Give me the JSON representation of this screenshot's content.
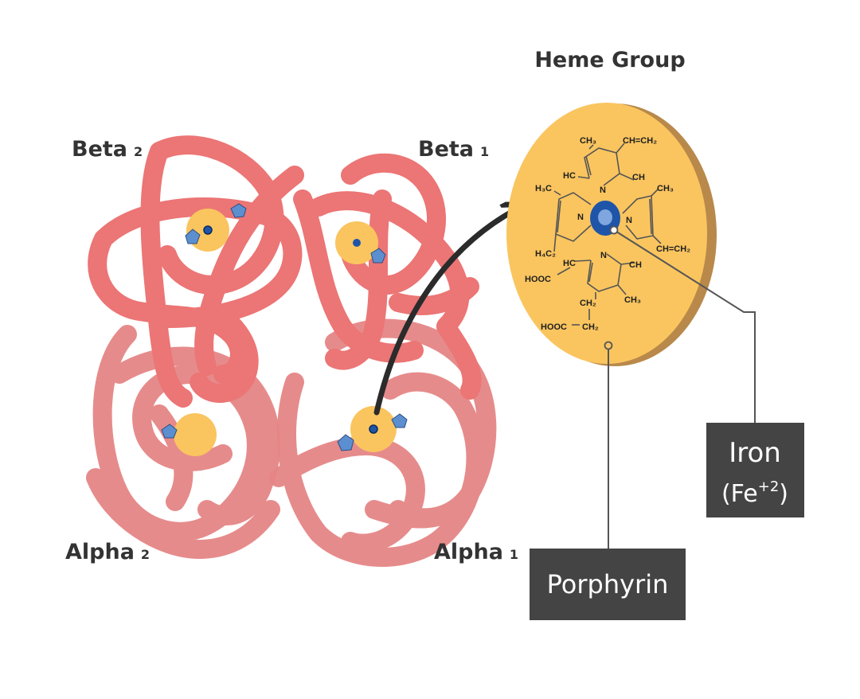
{
  "title": "Heme Group",
  "subunits": {
    "beta2": {
      "name": "Beta",
      "index": "2"
    },
    "beta1": {
      "name": "Beta",
      "index": "1"
    },
    "alpha2": {
      "name": "Alpha",
      "index": "2"
    },
    "alpha1": {
      "name": "Alpha",
      "index": "1"
    }
  },
  "heme_structure": {
    "ch3_top": "CH₃",
    "vinyl_top": "CH=CH₂",
    "hc_upper": "HC",
    "ch_upper": "CH",
    "h3c_left": "H₃C",
    "ch3_right": "CH₃",
    "n_top": "N",
    "n_left": "N",
    "n_right": "N",
    "n_bottom": "N",
    "vinyl_right": "CH=CH₂",
    "h4c2_left": "H₄C₂",
    "hc_lower": "HC",
    "ch_lower": "CH",
    "hooc_left": "HOOC",
    "ch2_lower": "CH₂",
    "ch3_lower": "CH₃",
    "hooc_bottom": "HOOC",
    "ch2_bottom": "CH₂"
  },
  "callouts": {
    "iron_line1": "Iron",
    "iron_line2": "(Fe",
    "iron_charge": "+2",
    "iron_close": ")",
    "porphyrin": "Porphyrin"
  },
  "colors": {
    "chain": "#ec7575",
    "chain_back": "#e58585",
    "heme_disc": "#fac55f",
    "heme_edge": "#b8894a",
    "iron": "#1f55a8",
    "callout_box": "#444444",
    "arrow": "#2b2b2b"
  }
}
